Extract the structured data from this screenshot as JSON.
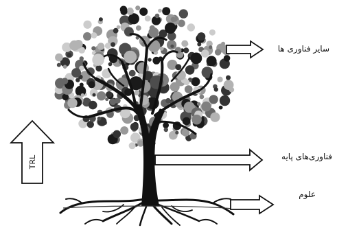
{
  "labels": {
    "other_technologies": "سایر فناوری ها",
    "base_technologies": "فناوری‌های پایه",
    "sciences": "علوم",
    "trl": "TRL"
  }
}
